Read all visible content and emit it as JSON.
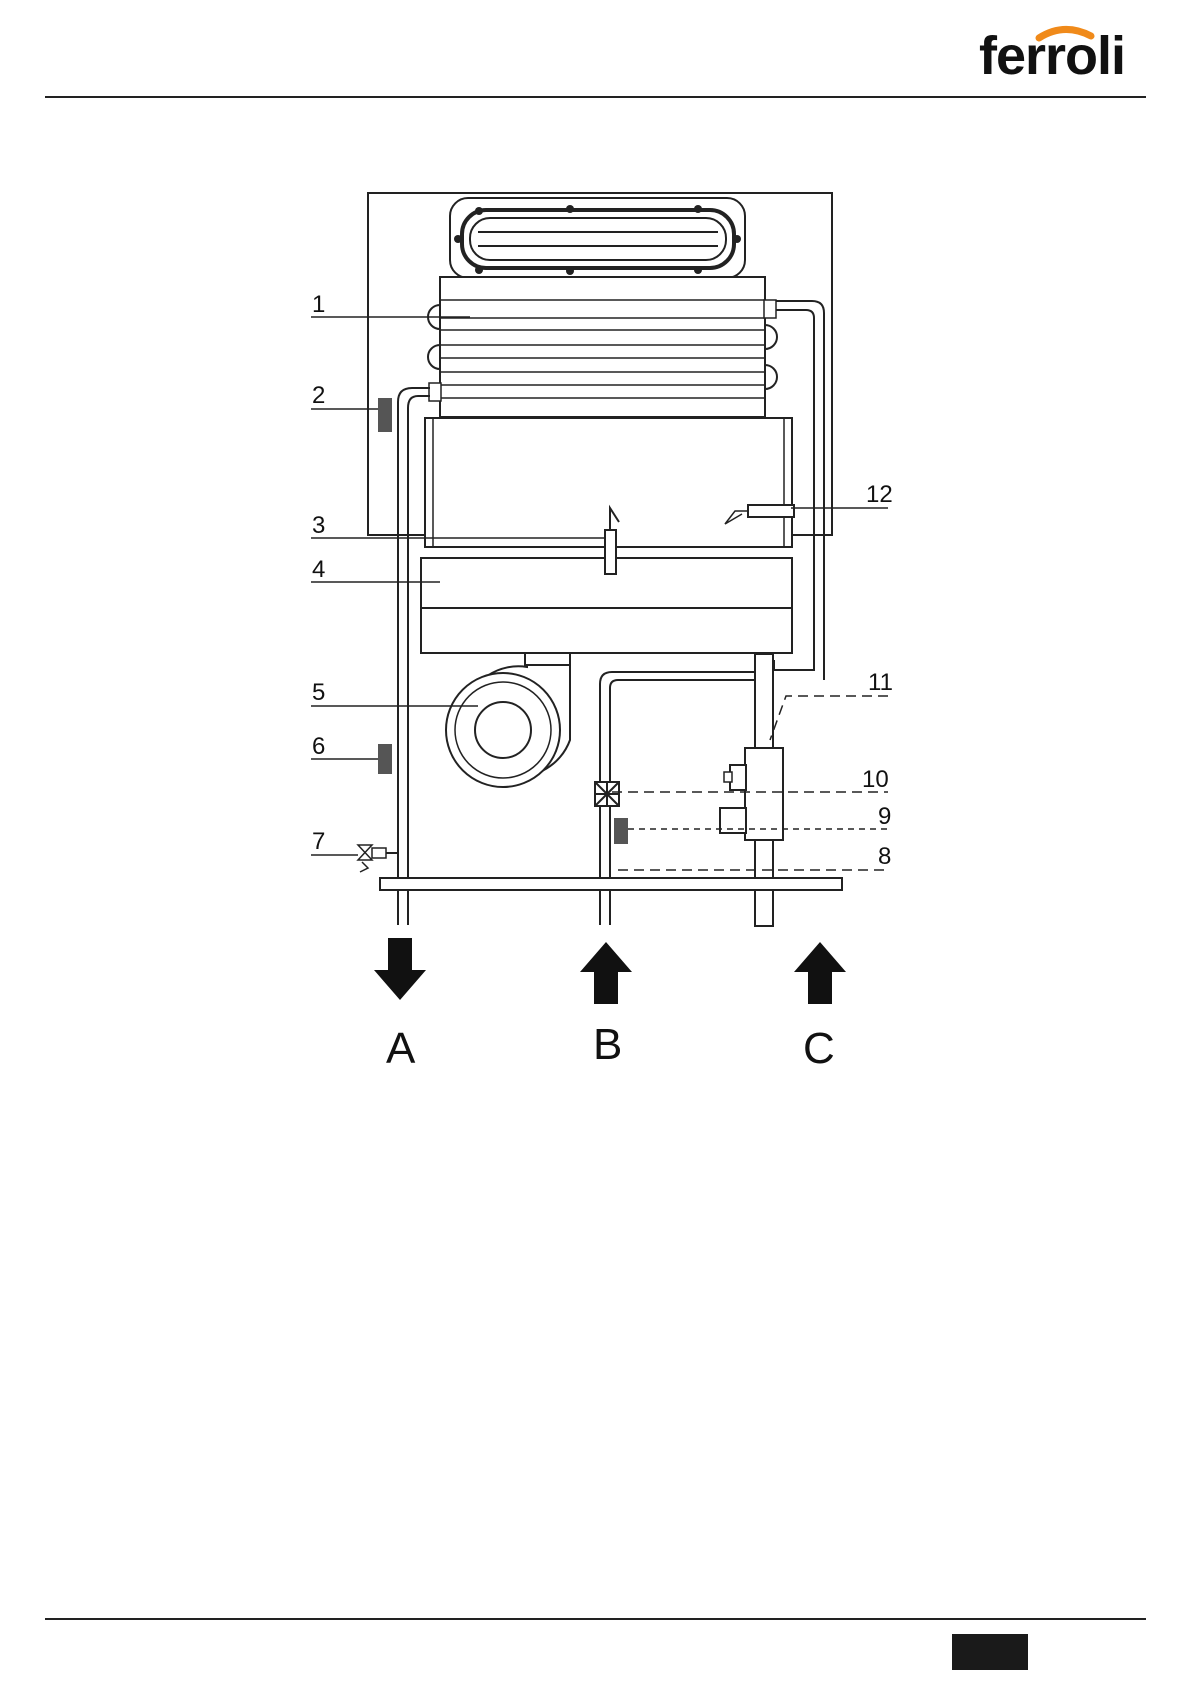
{
  "brand": {
    "logo_text": "ferroli"
  },
  "diagram": {
    "callouts": [
      "1",
      "2",
      "3",
      "4",
      "5",
      "6",
      "7",
      "8",
      "9",
      "10",
      "11",
      "12"
    ],
    "connections": [
      "A",
      "B",
      "C"
    ]
  }
}
